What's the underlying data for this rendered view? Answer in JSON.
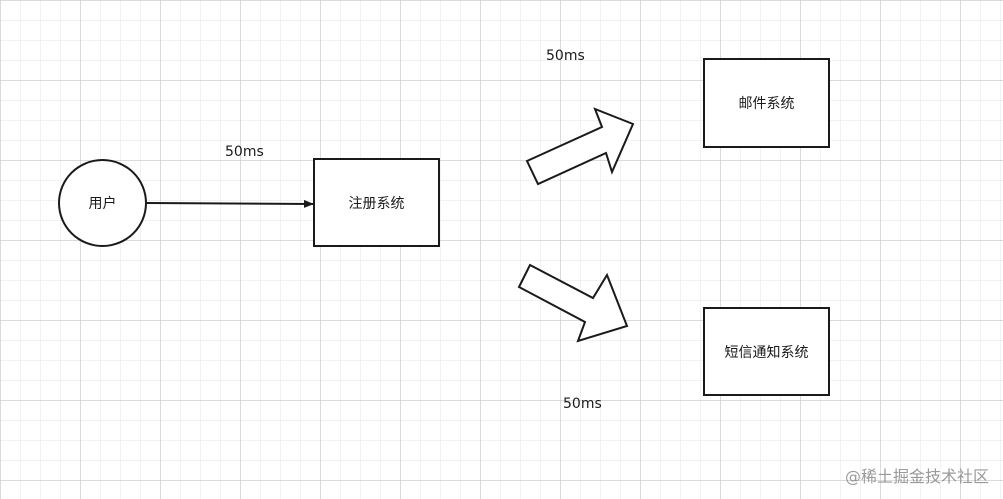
{
  "nodes": {
    "user": "用户",
    "register": "注册系统",
    "email": "邮件系统",
    "sms": "短信通知系统"
  },
  "edges": {
    "user_to_register": "50ms",
    "register_to_email": "50ms",
    "register_to_sms": "50ms"
  },
  "watermark": "@稀土掘金技术社区",
  "colors": {
    "stroke": "#1a1a1a",
    "fill": "#ffffff",
    "grid": "#c8c8c8"
  }
}
